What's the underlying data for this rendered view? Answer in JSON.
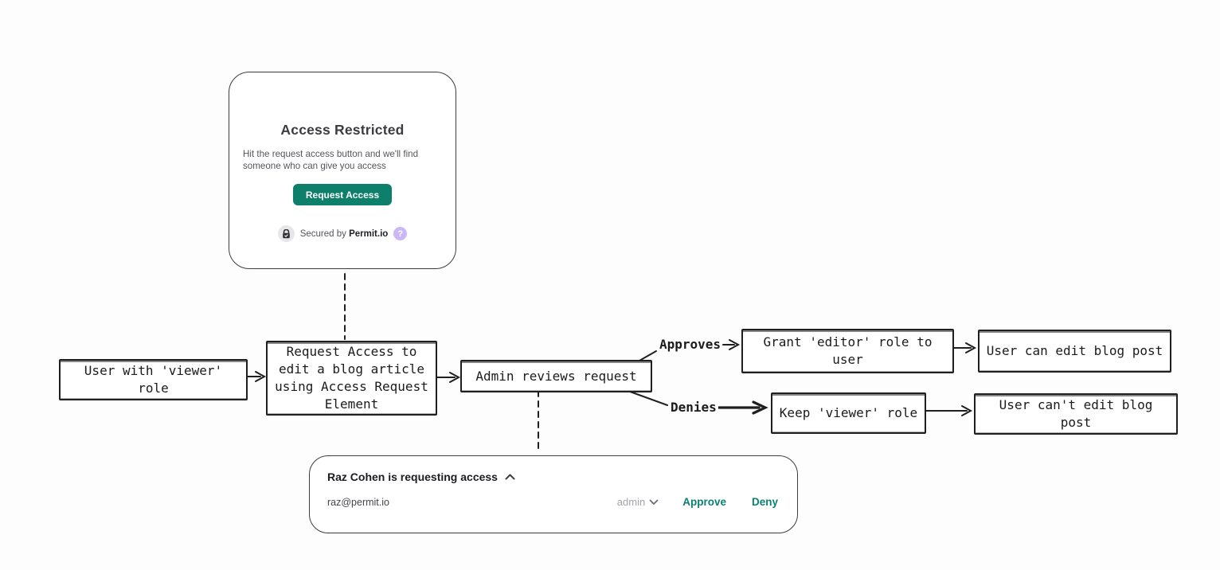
{
  "colors": {
    "accent_teal": "#0d7f6a",
    "link_teal": "#0a8170",
    "line_dark": "#1f1f1f",
    "help_purple": "#ccb6f6"
  },
  "access_card": {
    "title": "Access Restricted",
    "description_line1": "Hit the request access button and we'll find",
    "description_line2": "someone who can give you access",
    "button_label": "Request Access",
    "secured_prefix": "Secured by",
    "secured_brand": "Permit.io",
    "help_icon_glyph": "?"
  },
  "flow": {
    "node_user_viewer": "User with 'viewer' role",
    "node_request_access": "Request Access to edit a blog article using Access Request Element",
    "node_admin_reviews": "Admin reviews request",
    "node_grant_editor": "Grant 'editor' role to user",
    "node_can_edit": "User can edit blog post",
    "node_keep_viewer": "Keep 'viewer' role",
    "node_cant_edit": "User can't edit blog post",
    "label_approves": "Approves",
    "label_denies": "Denies"
  },
  "review_card": {
    "title": "Raz Cohen is requesting access",
    "email": "raz@permit.io",
    "role_value": "admin",
    "approve_label": "Approve",
    "deny_label": "Deny"
  }
}
